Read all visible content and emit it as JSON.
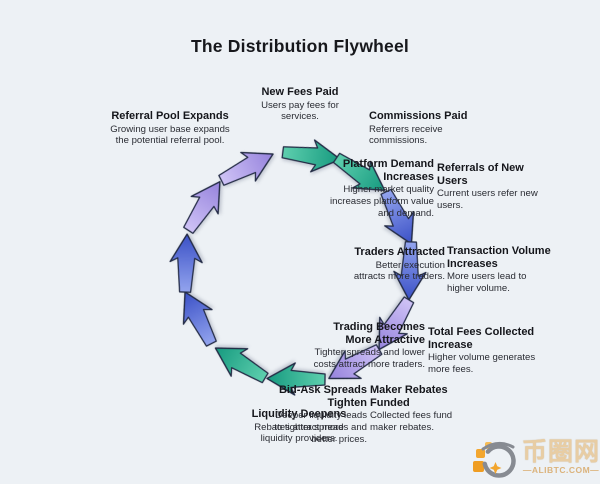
{
  "title": "The Distribution Flywheel",
  "nodes": [
    {
      "id": "new-fees-paid",
      "heading": "New Fees Paid",
      "desc": "Users pay fees for\nservices."
    },
    {
      "id": "commissions-paid",
      "heading": "Commissions Paid",
      "desc": "Referrers receive\ncommissions."
    },
    {
      "id": "referrals-of-new-users",
      "heading": "Referrals of New\nUsers",
      "desc": "Current users refer new\nusers."
    },
    {
      "id": "transaction-volume-increases",
      "heading": "Transaction Volume\nIncreases",
      "desc": "More users lead to\nhigher volume."
    },
    {
      "id": "total-fees-collected-increase",
      "heading": "Total Fees Collected\nIncrease",
      "desc": "Higher volume generates\nmore fees."
    },
    {
      "id": "maker-rebates-funded",
      "heading": "Maker Rebates\nFunded",
      "desc": "Collected fees fund\nmaker rebates."
    },
    {
      "id": "liquidity-deepens",
      "heading": "Liquidity Deepens",
      "desc": "Rebates attract more\nliquidity providers."
    },
    {
      "id": "bid-ask-spreads-tighten",
      "heading": "Bid-Ask Spreads\nTighten",
      "desc": "Deeper liquidity leads\nto tighter spreads and\nbetter prices."
    },
    {
      "id": "trading-becomes-more-attractive",
      "heading": "Trading Becomes\nMore Attractive",
      "desc": "Tighter spreads and lower\ncosts attract more traders."
    },
    {
      "id": "traders-attracted",
      "heading": "Traders Attracted",
      "desc": "Better execution\nattracts more traders."
    },
    {
      "id": "platform-demand-increases",
      "heading": "Platform Demand\nIncreases",
      "desc": "Higher market quality\nincreases platform value\nand demand."
    },
    {
      "id": "referral-pool-expands",
      "heading": "Referral Pool Expands",
      "desc": "Growing user base expands\nthe potential referral pool."
    }
  ],
  "flywheel": {
    "arrow_sequence": [
      "teal",
      "teal",
      "blue",
      "blue",
      "purple",
      "purple",
      "teal",
      "teal",
      "blue",
      "blue",
      "purple",
      "purple"
    ],
    "arrow_colors": {
      "teal": {
        "from": "#5ecfae",
        "to": "#169a7f"
      },
      "blue": {
        "from": "#93a4ee",
        "to": "#3a50c6"
      },
      "purple": {
        "from": "#cfc3f6",
        "to": "#9582dc"
      }
    },
    "outline_color": "#232b45"
  },
  "watermark": {
    "site_name": "币圈网",
    "site_url": "—ALIBTC.COM—",
    "logo_orange": "#f2a52d",
    "logo_gray": "#878b92"
  },
  "colors": {
    "background": "#edf1f5",
    "title_text": "#17181c",
    "heading_text": "#15161b",
    "desc_text": "#2a2c33"
  }
}
